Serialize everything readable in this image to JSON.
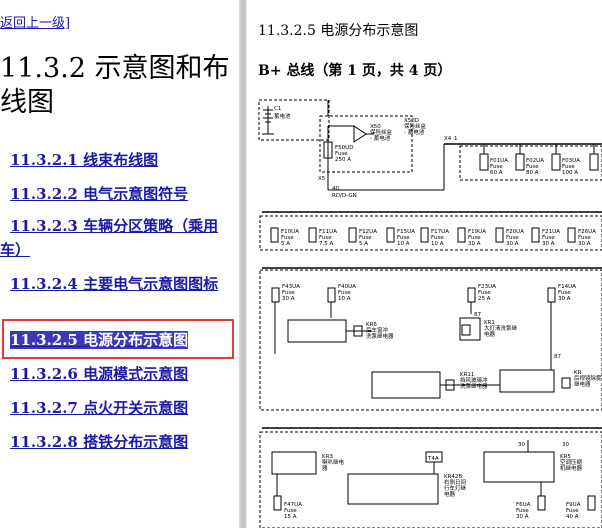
{
  "nav": {
    "back_link": "返回上一级]",
    "title": "11.3.2 示意图和布线图",
    "items": [
      {
        "label": "11.3.2.1 线束布线图"
      },
      {
        "label": "11.3.2.2 电气示意图符号"
      },
      {
        "label": "11.3.2.3 车辆分区策略（乘用车）"
      },
      {
        "label": "11.3.2.4 主要电气示意图图标"
      },
      {
        "label": "11.3.2.5 电源分布示意图"
      },
      {
        "label": "11.3.2.6 电源模式示意图"
      },
      {
        "label": "11.3.2.7 点火开关示意图"
      },
      {
        "label": "11.3.2.8 搭铁分布示意图"
      }
    ],
    "active_index": 4
  },
  "content": {
    "section_title": "11.3.2.5 电源分布示意图",
    "sub_title": "B+ 总线（第 1 页，共 4 页）"
  },
  "diagram": {
    "battery": {
      "ref": "C1",
      "name": "蓄电池"
    },
    "sensor": {
      "ref": "X50D",
      "desc_1": "保险丝盒",
      "desc_2": "- 蓄电池",
      "inner_ref": "X50",
      "inner_1": "保险丝盒",
      "inner_2": "- 蓄电池"
    },
    "main_fuse": {
      "name": "F50UD",
      "type": "Fuse",
      "rating": "250 A"
    },
    "connectors": {
      "x5": "X5",
      "x4": "X4",
      "pin": "1",
      "wire_gauge": "40",
      "wire_color": "RD/D-GN",
      "t4a": "T4A",
      "c30a": "30",
      "c30b": "30",
      "c87a": "87",
      "c87b": "87"
    },
    "fuse_row1": [
      {
        "name": "F01UA",
        "type": "Fuse",
        "rating": "60 A"
      },
      {
        "name": "F02UA",
        "type": "Fuse",
        "rating": "80 A"
      },
      {
        "name": "F03UA",
        "type": "Fuse",
        "rating": "100 A"
      }
    ],
    "fuse_row2": [
      {
        "name": "F10UA",
        "type": "Fuse",
        "rating": "5 A"
      },
      {
        "name": "F11UA",
        "type": "Fuse",
        "rating": "7.5 A"
      },
      {
        "name": "F12UA",
        "type": "Fuse",
        "rating": "5 A"
      },
      {
        "name": "F15UA",
        "type": "Fuse",
        "rating": "10 A"
      },
      {
        "name": "F17UA",
        "type": "Fuse",
        "rating": "10 A"
      },
      {
        "name": "F19UA",
        "type": "Fuse",
        "rating": "30 A"
      },
      {
        "name": "F20UA",
        "type": "Fuse",
        "rating": "30 A"
      },
      {
        "name": "F21UA",
        "type": "Fuse",
        "rating": "30 A"
      },
      {
        "name": "F26UA",
        "type": "Fuse",
        "rating": "30 A"
      }
    ],
    "fuse_row3": [
      {
        "name": "F43UA",
        "type": "Fuse",
        "rating": "30 A"
      },
      {
        "name": "F40UA",
        "type": "Fuse",
        "rating": "10 A"
      },
      {
        "name": "F23UA",
        "type": "Fuse",
        "rating": "25 A"
      },
      {
        "name": "F14UA",
        "type": "Fuse",
        "rating": "30 A"
      }
    ],
    "fuse_row4": [
      {
        "name": "F47UA",
        "type": "Fuse",
        "rating": "15 A"
      },
      {
        "name": "F6UA",
        "type": "Fuse",
        "rating": "30 A"
      },
      {
        "name": "F9UA",
        "type": "Fuse",
        "rating": "40 A"
      }
    ],
    "relays": [
      {
        "ref": "KR6",
        "line1": "后车窗冲",
        "line2": "洗泵继电器"
      },
      {
        "ref": "KR1",
        "line1": "大灯清洗泵继",
        "line2": "电器"
      },
      {
        "ref": "KR11",
        "line1": "挡风玻璃冲",
        "line2": "洗泵继电器"
      },
      {
        "ref": "KR",
        "line1": "后视镜除雾",
        "line2": "继电器"
      },
      {
        "ref": "KR3",
        "line1": "喇叭继电",
        "line2": "器"
      },
      {
        "ref": "KR42B",
        "line1": "右侧日间",
        "line2": "行车灯继",
        "line3": "电器"
      },
      {
        "ref": "KR5",
        "line1": "空调压缩",
        "line2": "机继电器"
      }
    ]
  }
}
